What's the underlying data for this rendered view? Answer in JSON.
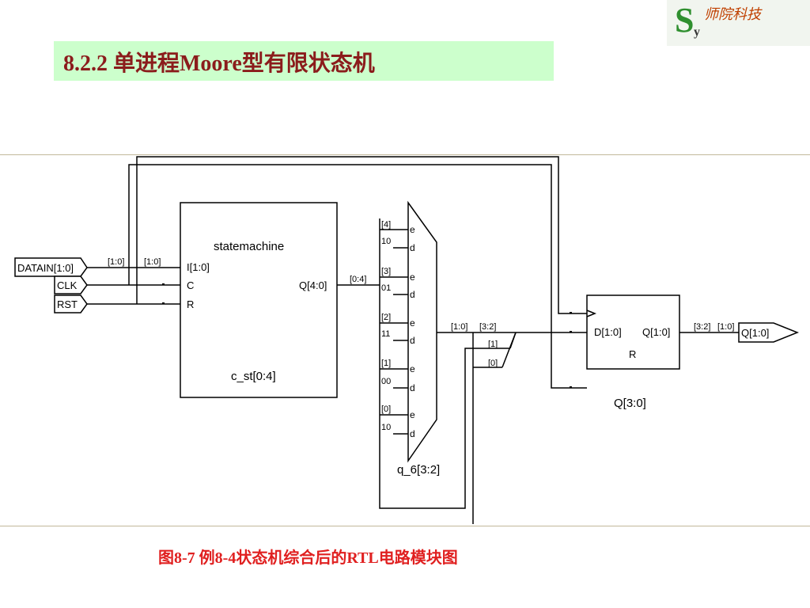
{
  "logo": {
    "letter_s": "S",
    "letter_y": "y",
    "text": "师院科技"
  },
  "title": "8.2.2  单进程Moore型有限状态机",
  "caption": "图8-7 例8-4状态机综合后的RTL电路模块图",
  "diagram": {
    "inputs": [
      "DATAIN[1:0]",
      "CLK",
      "RST"
    ],
    "input_bus_labels": [
      "[1:0]",
      "[1:0]"
    ],
    "statemachine": {
      "name": "statemachine",
      "instance": "c_st[0:4]",
      "ports_in": [
        "I[1:0]",
        "C",
        "R"
      ],
      "port_out": "Q[4:0]"
    },
    "sm_out_bus": "[0:4]",
    "mux": {
      "name": "q_6[3:2]",
      "groups": [
        {
          "idx": "[4]",
          "val": "10"
        },
        {
          "idx": "[3]",
          "val": "01"
        },
        {
          "idx": "[2]",
          "val": "11"
        },
        {
          "idx": "[1]",
          "val": "00"
        },
        {
          "idx": "[0]",
          "val": "10"
        }
      ],
      "port_e": "e",
      "port_d": "d"
    },
    "mux_out_labels": [
      "[1:0]",
      "[3:2]"
    ],
    "feedback_labels": [
      "[1]",
      "[0]"
    ],
    "register": {
      "port_d": "D[1:0]",
      "port_q": "Q[1:0]",
      "port_r": "R",
      "instance": "Q[3:0]"
    },
    "reg_out_labels": [
      "[3:2]",
      "[1:0]"
    ],
    "output": "Q[1:0]"
  }
}
